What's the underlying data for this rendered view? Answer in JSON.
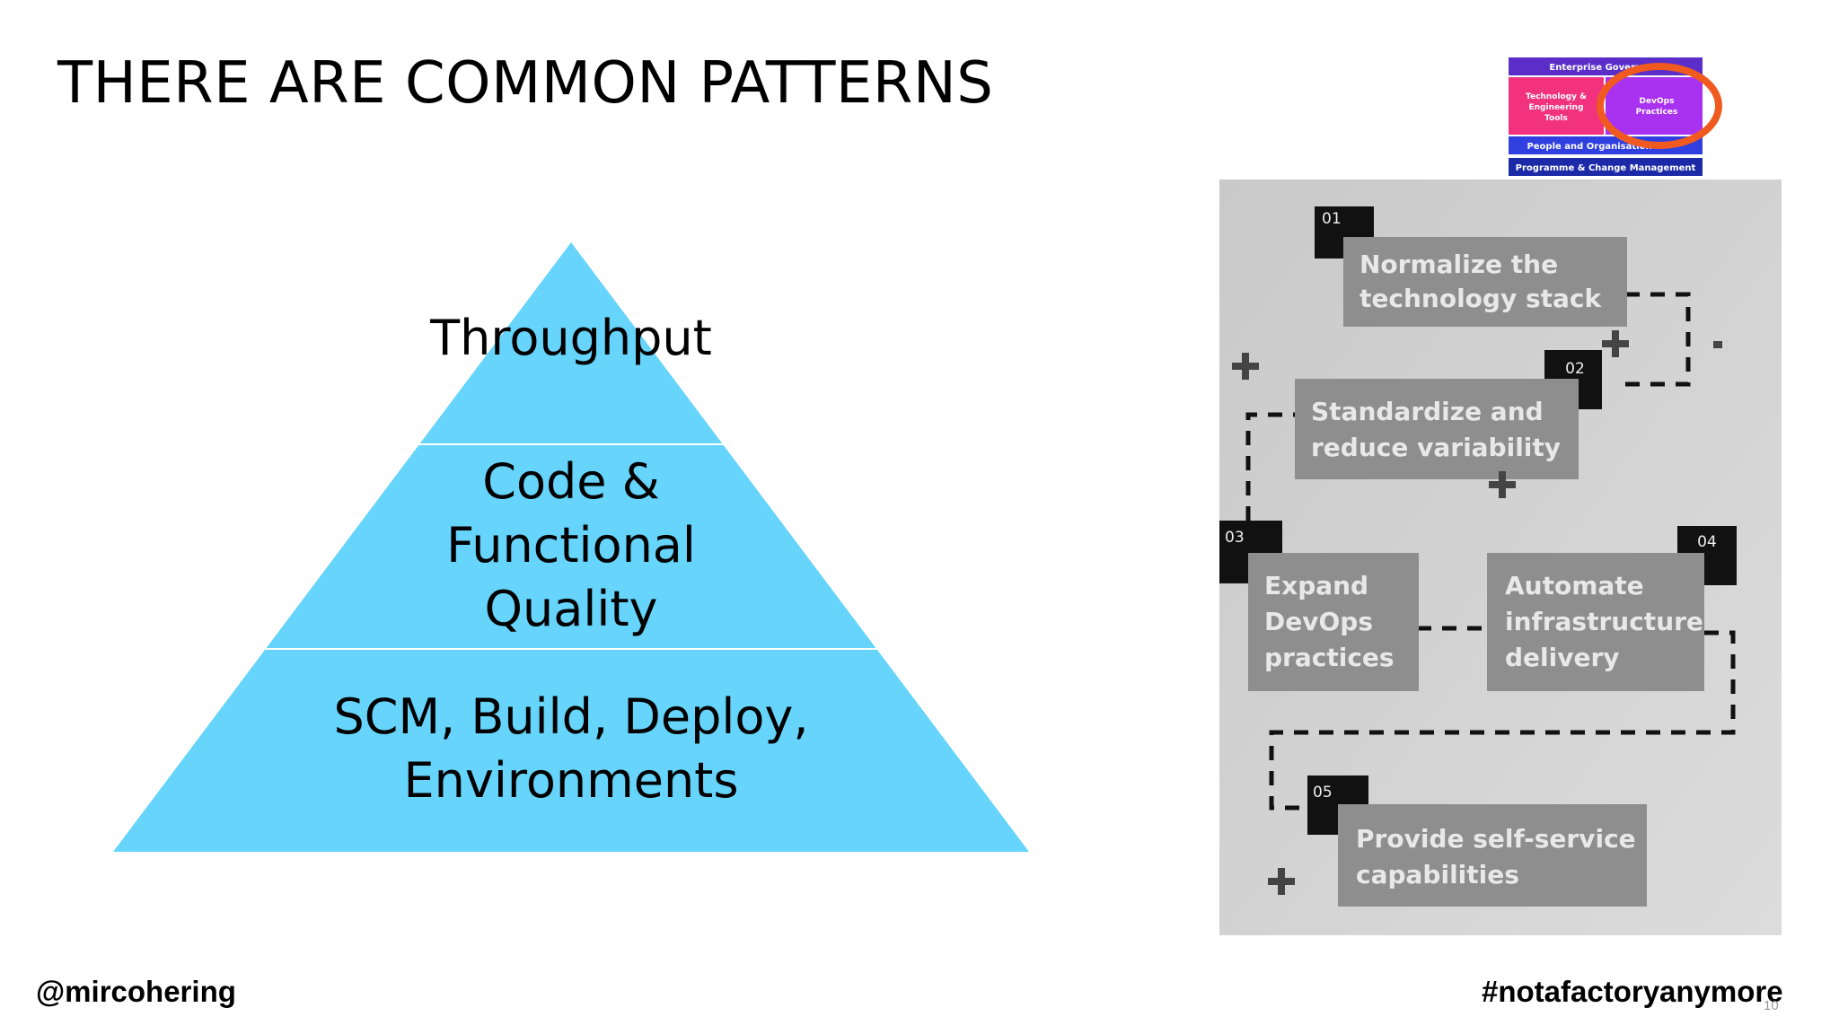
{
  "slide": {
    "title": "THERE ARE COMMON PATTERNS",
    "footer_left": "@mircohering",
    "footer_right": "#notafactoryanymore",
    "page_number": "10"
  },
  "pyramid": {
    "fill": "#66d4fb",
    "top": "Throughput",
    "middle_lines": [
      "Code &",
      "Functional",
      "Quality"
    ],
    "bottom_lines": [
      "SCM, Build, Deploy,",
      "Environments"
    ]
  },
  "framework": {
    "enterprise": "Enterprise Governance",
    "tech": [
      "Technology &",
      "Engineering",
      "Tools"
    ],
    "devops": [
      "DevOps",
      "Practices"
    ],
    "people": "People and Organisation",
    "programme": "Programme & Change Management",
    "colors": {
      "enterprise": "#5b2ec9",
      "tech": "#f2327e",
      "devops": "#a832f0",
      "people": "#2f3fe0",
      "programme": "#1c2aa8",
      "highlight": "#f05a1e"
    }
  },
  "photo": {
    "steps": [
      {
        "num": "01",
        "lines": [
          "Normalize the",
          "technology stack"
        ]
      },
      {
        "num": "02",
        "lines": [
          "Standardize and",
          "reduce variability"
        ]
      },
      {
        "num": "03",
        "lines": [
          "Expand",
          "DevOps",
          "practices"
        ]
      },
      {
        "num": "04",
        "lines": [
          "Automate",
          "infrastructure",
          "delivery"
        ]
      },
      {
        "num": "05",
        "lines": [
          "Provide self-service",
          "capabilities"
        ]
      }
    ]
  }
}
